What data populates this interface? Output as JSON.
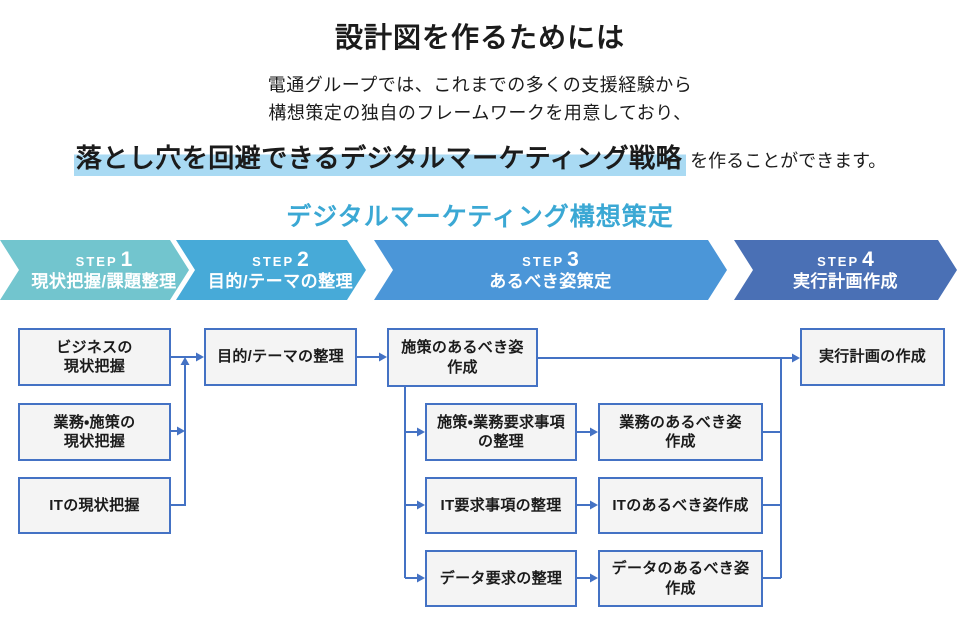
{
  "header": {
    "title": "設計図を作るためには",
    "intro_line1": "電通グループでは、これまでの多くの支援経験から",
    "intro_line2": "構想策定の独自のフレームワークを用意しており、",
    "highlight_text": "落とし穴を回避できるデジタルマーケティング戦略",
    "intro_suffix": "を作ることができます。",
    "subtitle": "デジタルマーケティング構想策定",
    "highlight_color": "#a9daf3",
    "subtitle_color": "#3ba8d4"
  },
  "steps": [
    {
      "prefix": "STEP",
      "number": "1",
      "label": "現状把握/課題整理",
      "color": "#72c5ce"
    },
    {
      "prefix": "STEP",
      "number": "2",
      "label": "目的/テーマの整理",
      "color": "#47aad8"
    },
    {
      "prefix": "STEP",
      "number": "3",
      "label": "あるべき姿策定",
      "color": "#4b96d8"
    },
    {
      "prefix": "STEP",
      "number": "4",
      "label": "実行計画作成",
      "color": "#4a70b5"
    }
  ],
  "flowchart": {
    "line_color": "#4472c4",
    "box_fill": "#f4f4f4",
    "boxes": [
      {
        "label": "ビジネスの\n現状把握"
      },
      {
        "label": "業務・施策の\n現状把握"
      },
      {
        "label": "ITの現状把握"
      },
      {
        "label": "目的/テーマの整理"
      },
      {
        "label": "施策のあるべき姿\n作成"
      },
      {
        "label": "施策・業務要求事項\nの整理"
      },
      {
        "label": "業務のあるべき姿\n作成"
      },
      {
        "label": "IT要求事項の整理"
      },
      {
        "label": "ITのあるべき姿作成"
      },
      {
        "label": "データ要求の整理"
      },
      {
        "label": "データのあるべき姿\n作成"
      },
      {
        "label": "実行計画の作成"
      }
    ]
  }
}
